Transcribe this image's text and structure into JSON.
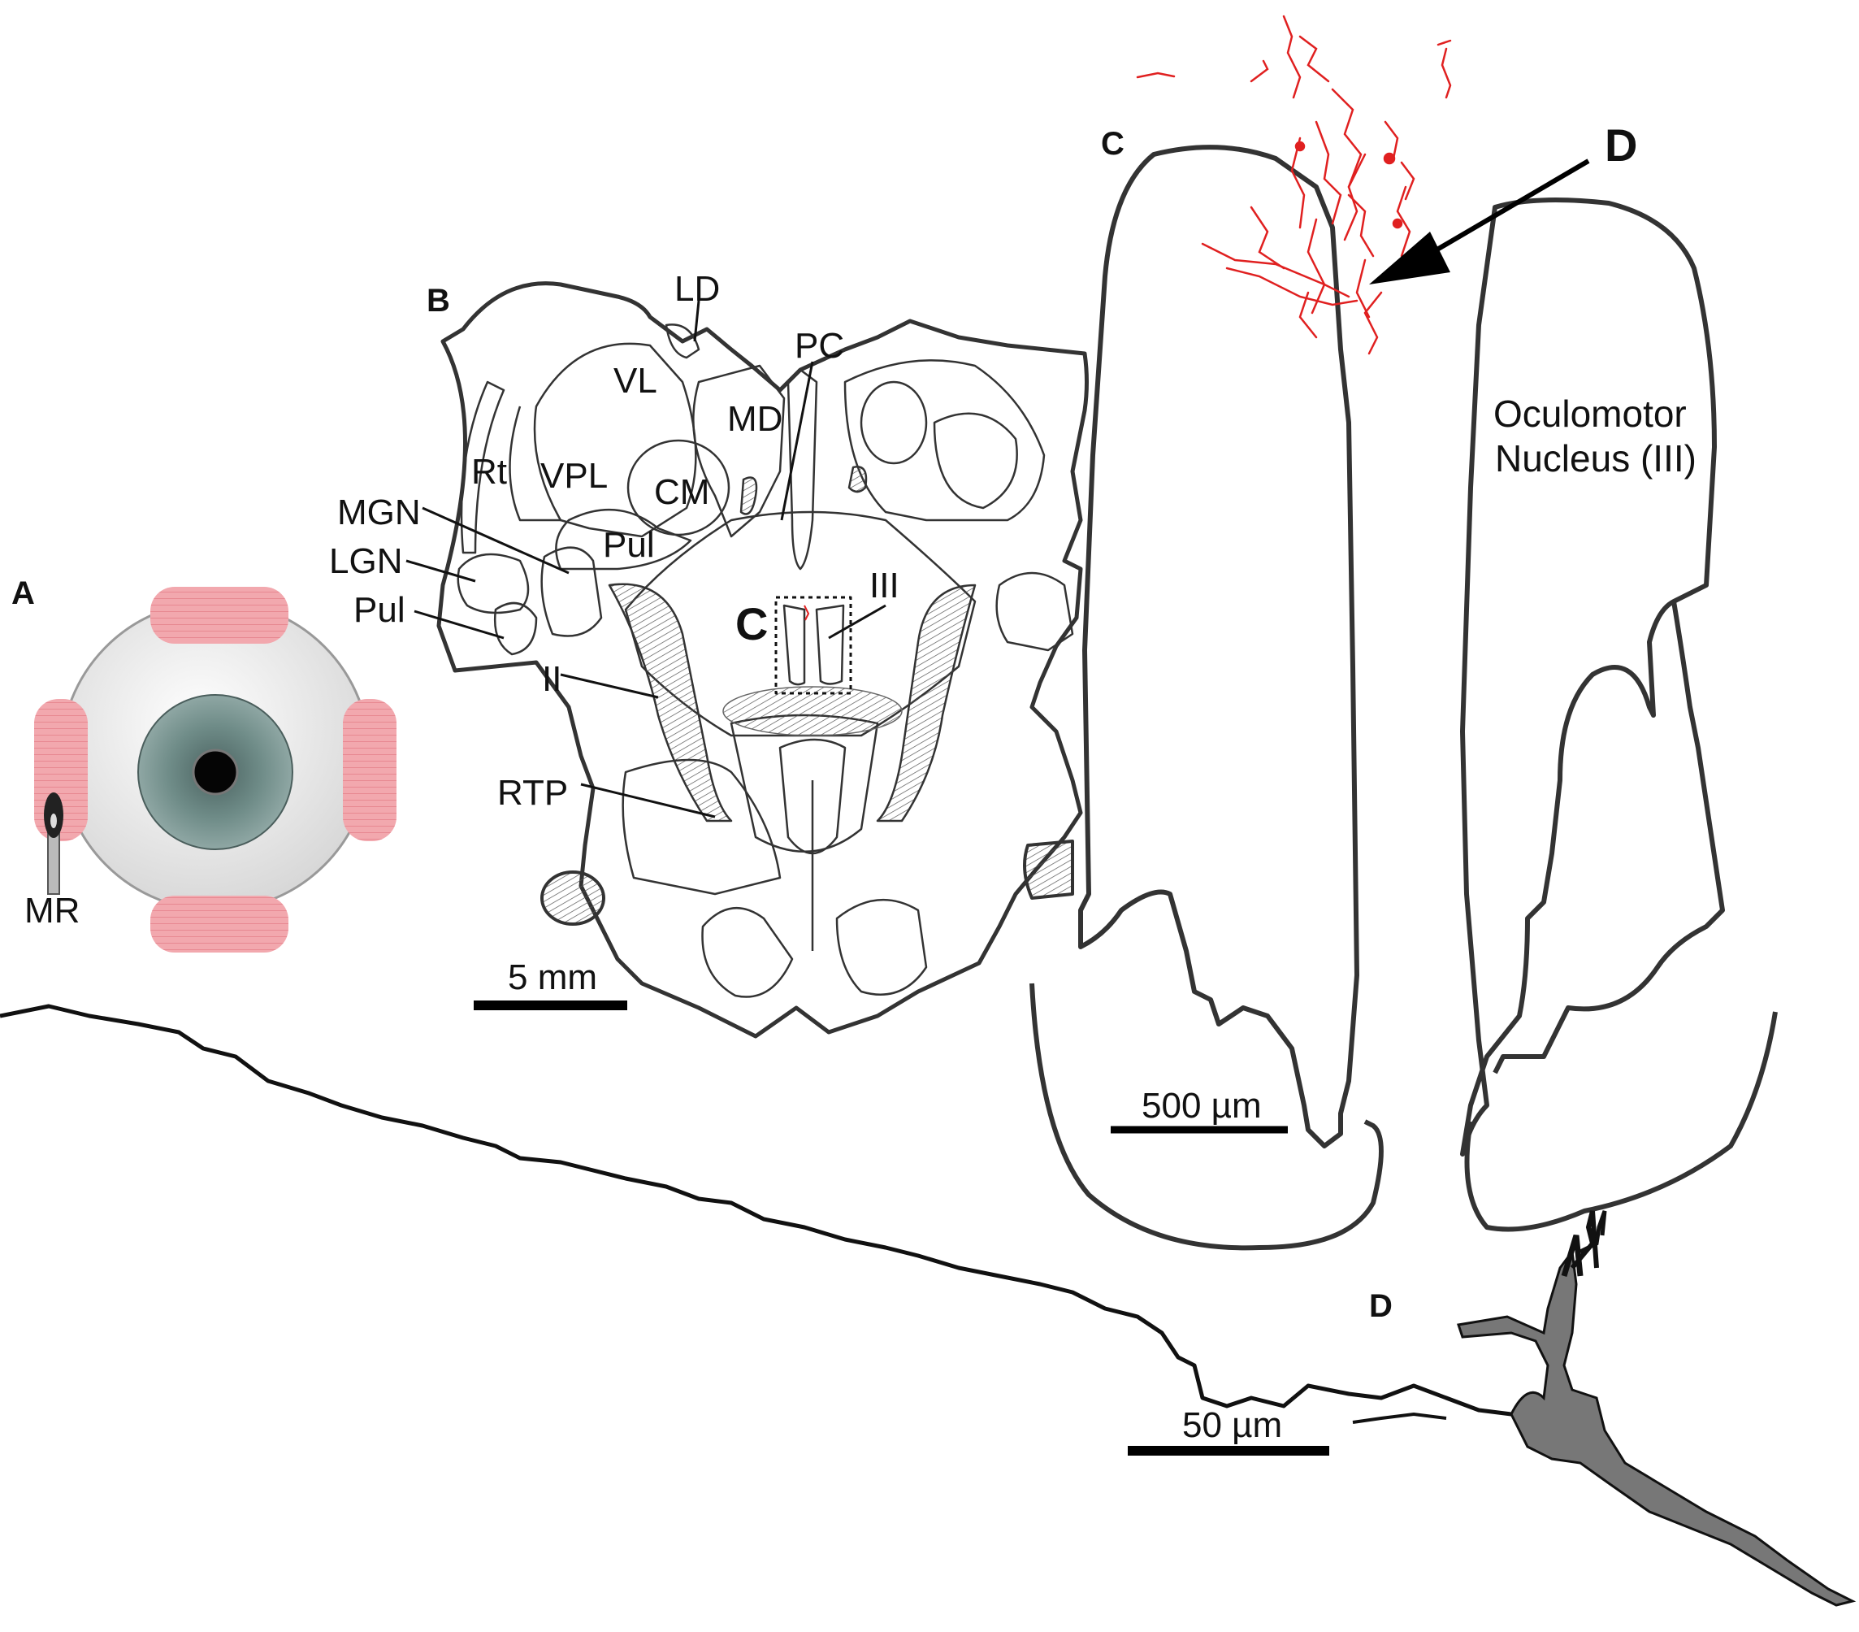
{
  "panels": {
    "a": "A",
    "b": "B",
    "c": "C",
    "d": "D",
    "c_inset": "C",
    "d_arrow": "D"
  },
  "panel_a": {
    "mr": "MR"
  },
  "panel_b": {
    "ld": "LD",
    "pc": "PC",
    "vl": "VL",
    "md": "MD",
    "rt": "Rt",
    "vpl": "VPL",
    "cm": "CM",
    "pul_upper": "Pul",
    "mgn": "MGN",
    "lgn": "LGN",
    "pul_lower": "Pul",
    "ii": "II",
    "rtp": "RTP",
    "iii": "III",
    "scale": "5 mm"
  },
  "panel_c": {
    "name_line1": "Oculomotor",
    "name_line2": "Nucleus (III)",
    "scale": "500 µm"
  },
  "panel_d": {
    "scale": "50 µm"
  },
  "colors": {
    "outline": "#333333",
    "fiber": "#e02020",
    "muscle": "#f2a8ae",
    "iris": "#5f7d7a",
    "sclera": "#f3f3f3"
  }
}
